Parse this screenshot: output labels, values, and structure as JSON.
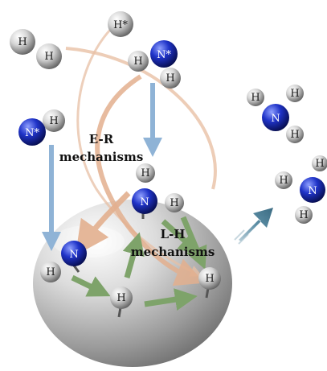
{
  "labels": {
    "er_line1": "E-R",
    "er_line2": "mechanisms",
    "lh_line1": "L-H",
    "lh_line2": "mechanisms"
  },
  "atoms": {
    "h": "H",
    "h_star": "H*",
    "n": "N",
    "n_star": "N*"
  },
  "colors": {
    "hydrogen": "#d9d9d9",
    "nitrogen": "#1f33c8",
    "er_arrows": "#e3b08f",
    "lh_arrows": "#7ea36a",
    "vertical_arrows": "#8fb3d6",
    "product_arrow": "#4f8198",
    "sphere": "#c9c9c9"
  }
}
